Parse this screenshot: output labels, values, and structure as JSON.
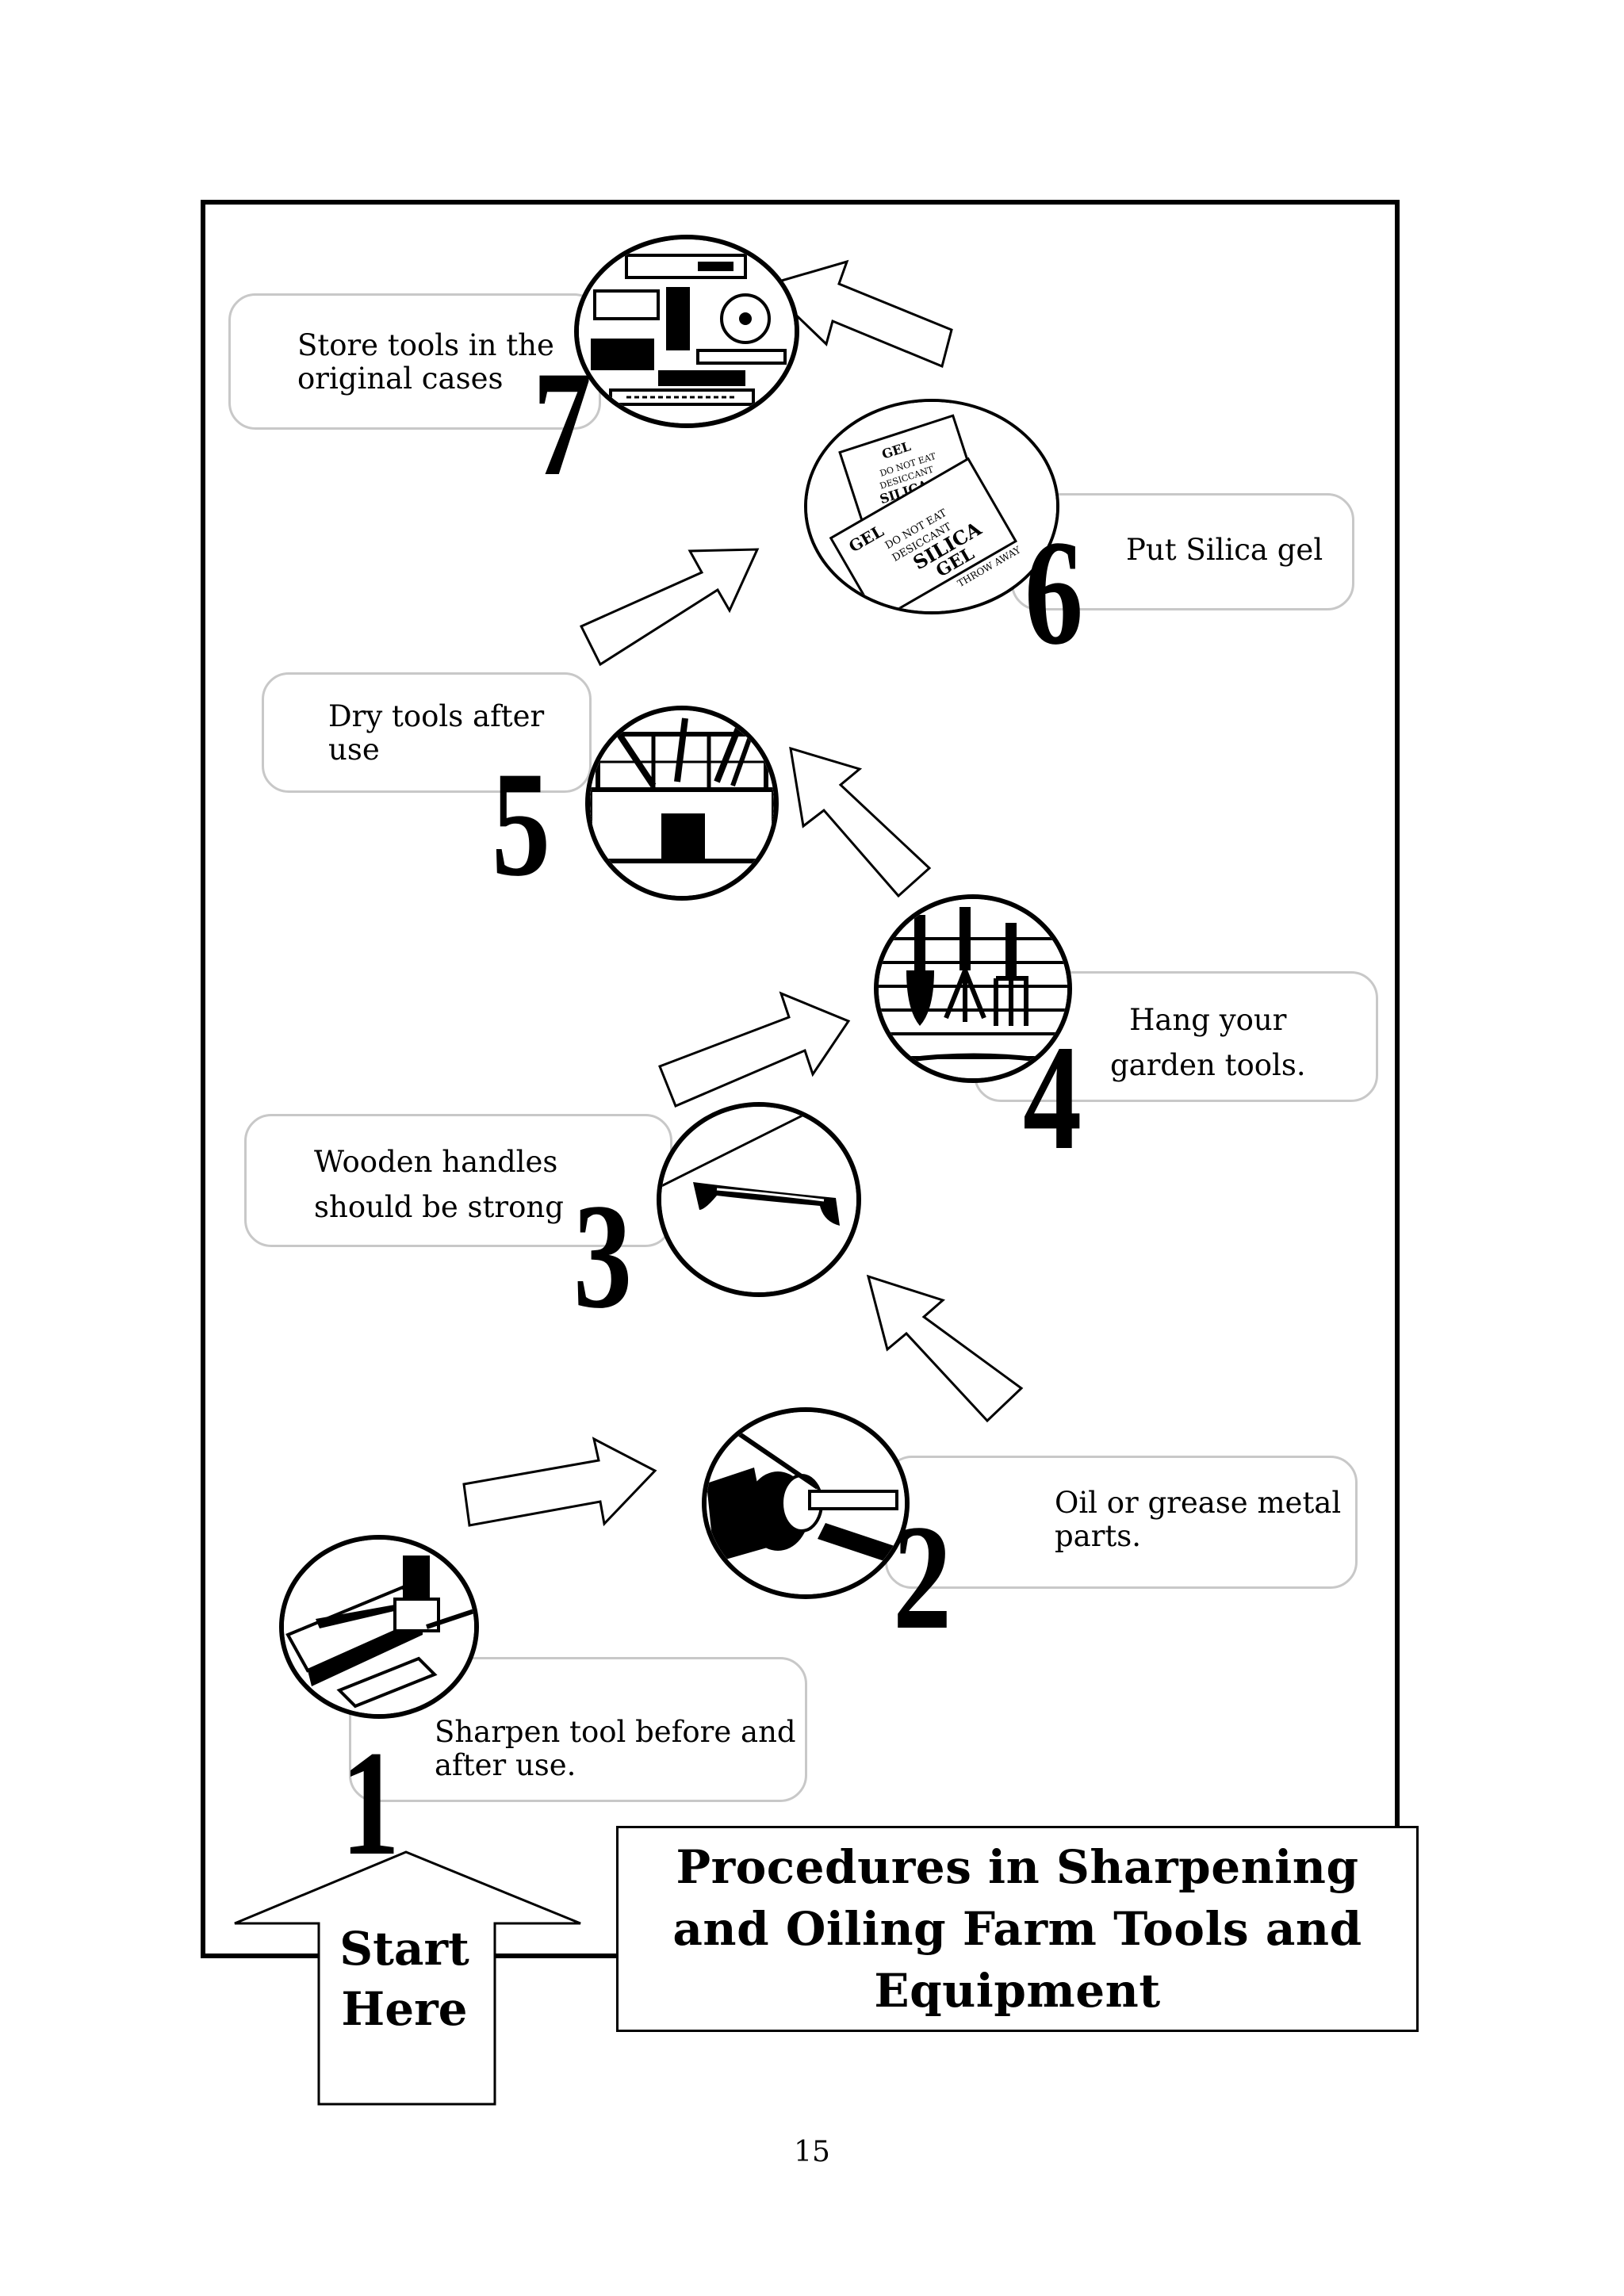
{
  "title": "Procedures in Sharpening\nand Oiling Farm Tools and\nEquipment",
  "start_label": "Start\nHere",
  "page_number": "15",
  "steps": [
    {
      "number": "1",
      "text": "Sharpen tool before and\n      after use.",
      "icon": "sharpening-stone-icon"
    },
    {
      "number": "2",
      "text": "Oil or grease metal\n     parts.",
      "icon": "oil-can-icon"
    },
    {
      "number": "3",
      "text": "Wooden handles\nshould be strong",
      "icon": "tool-handle-icon"
    },
    {
      "number": "4",
      "text": "Hang your\ngarden  tools.",
      "icon": "hanging-garden-tools-icon"
    },
    {
      "number": "5",
      "text": "Dry tools after\nuse",
      "icon": "toolbox-icon"
    },
    {
      "number": "6",
      "text": "Put Silica gel",
      "icon": "silica-gel-packet-icon"
    },
    {
      "number": "7",
      "text": "Store tools in the\noriginal cases",
      "icon": "tool-cases-icon"
    }
  ],
  "silica_packets": {
    "line1": "GEL",
    "line2": "DO NOT EAT",
    "line3": "DESICCANT",
    "line4": "SILICA",
    "line5": "THROW AWAY"
  }
}
